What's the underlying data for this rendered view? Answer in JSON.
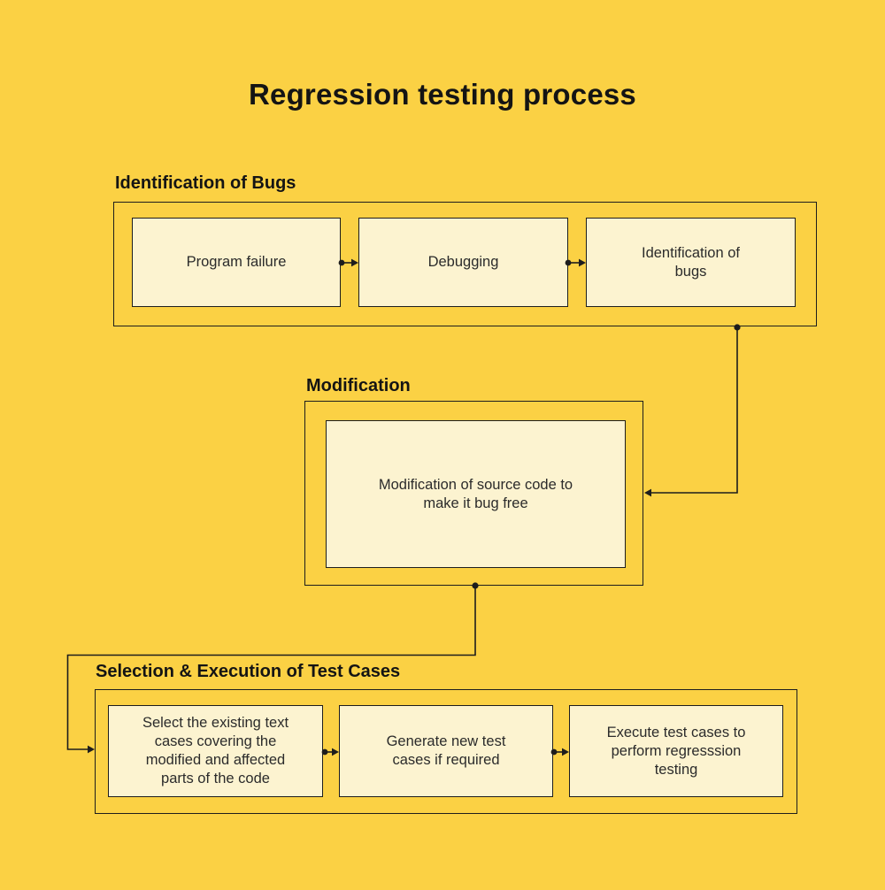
{
  "title": "Regression testing process",
  "sections": [
    {
      "heading": "Identification of Bugs",
      "boxes": [
        "Program failure",
        "Debugging",
        "Identification of bugs"
      ]
    },
    {
      "heading": "Modification",
      "boxes": [
        "Modification of source code to make it bug free"
      ]
    },
    {
      "heading": "Selection & Execution of Test Cases",
      "boxes": [
        "Select the existing text cases covering the modified and affected parts of the code",
        "Generate new test cases if required",
        "Execute test cases to perform regresssion testing"
      ]
    }
  ],
  "colors": {
    "background": "#FBD144",
    "node_fill": "#FCF3D0",
    "line": "#1D1D1D",
    "text": "#2B2B2B",
    "heading": "#141414"
  }
}
